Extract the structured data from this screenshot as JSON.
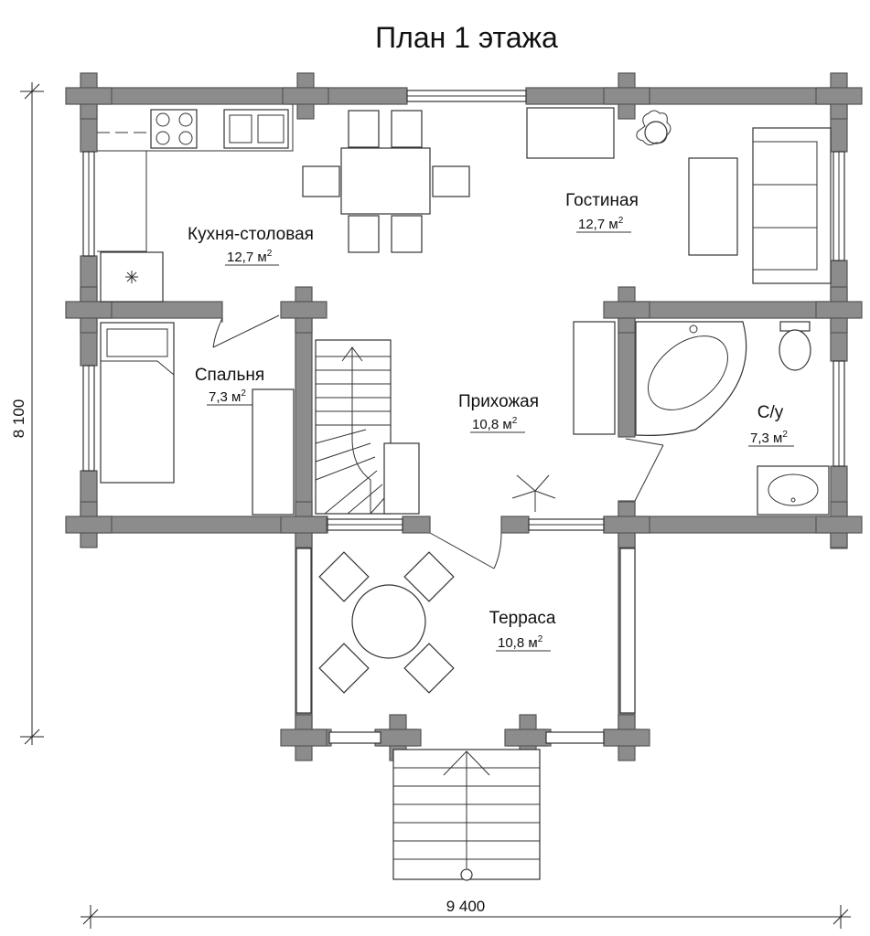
{
  "title": "План 1 этажа",
  "dimensions": {
    "width": "9 400",
    "height": "8 100"
  },
  "area_unit": "м",
  "area_exp": "2",
  "rooms": [
    {
      "name": "Кухня-столовая",
      "area": "12,7"
    },
    {
      "name": "Гостиная",
      "area": "12,7"
    },
    {
      "name": "Спальня",
      "area": "7,3"
    },
    {
      "name": "Прихожая",
      "area": "10,8"
    },
    {
      "name": "С/у",
      "area": "7,3"
    },
    {
      "name": "Терраса",
      "area": "10,8"
    }
  ]
}
